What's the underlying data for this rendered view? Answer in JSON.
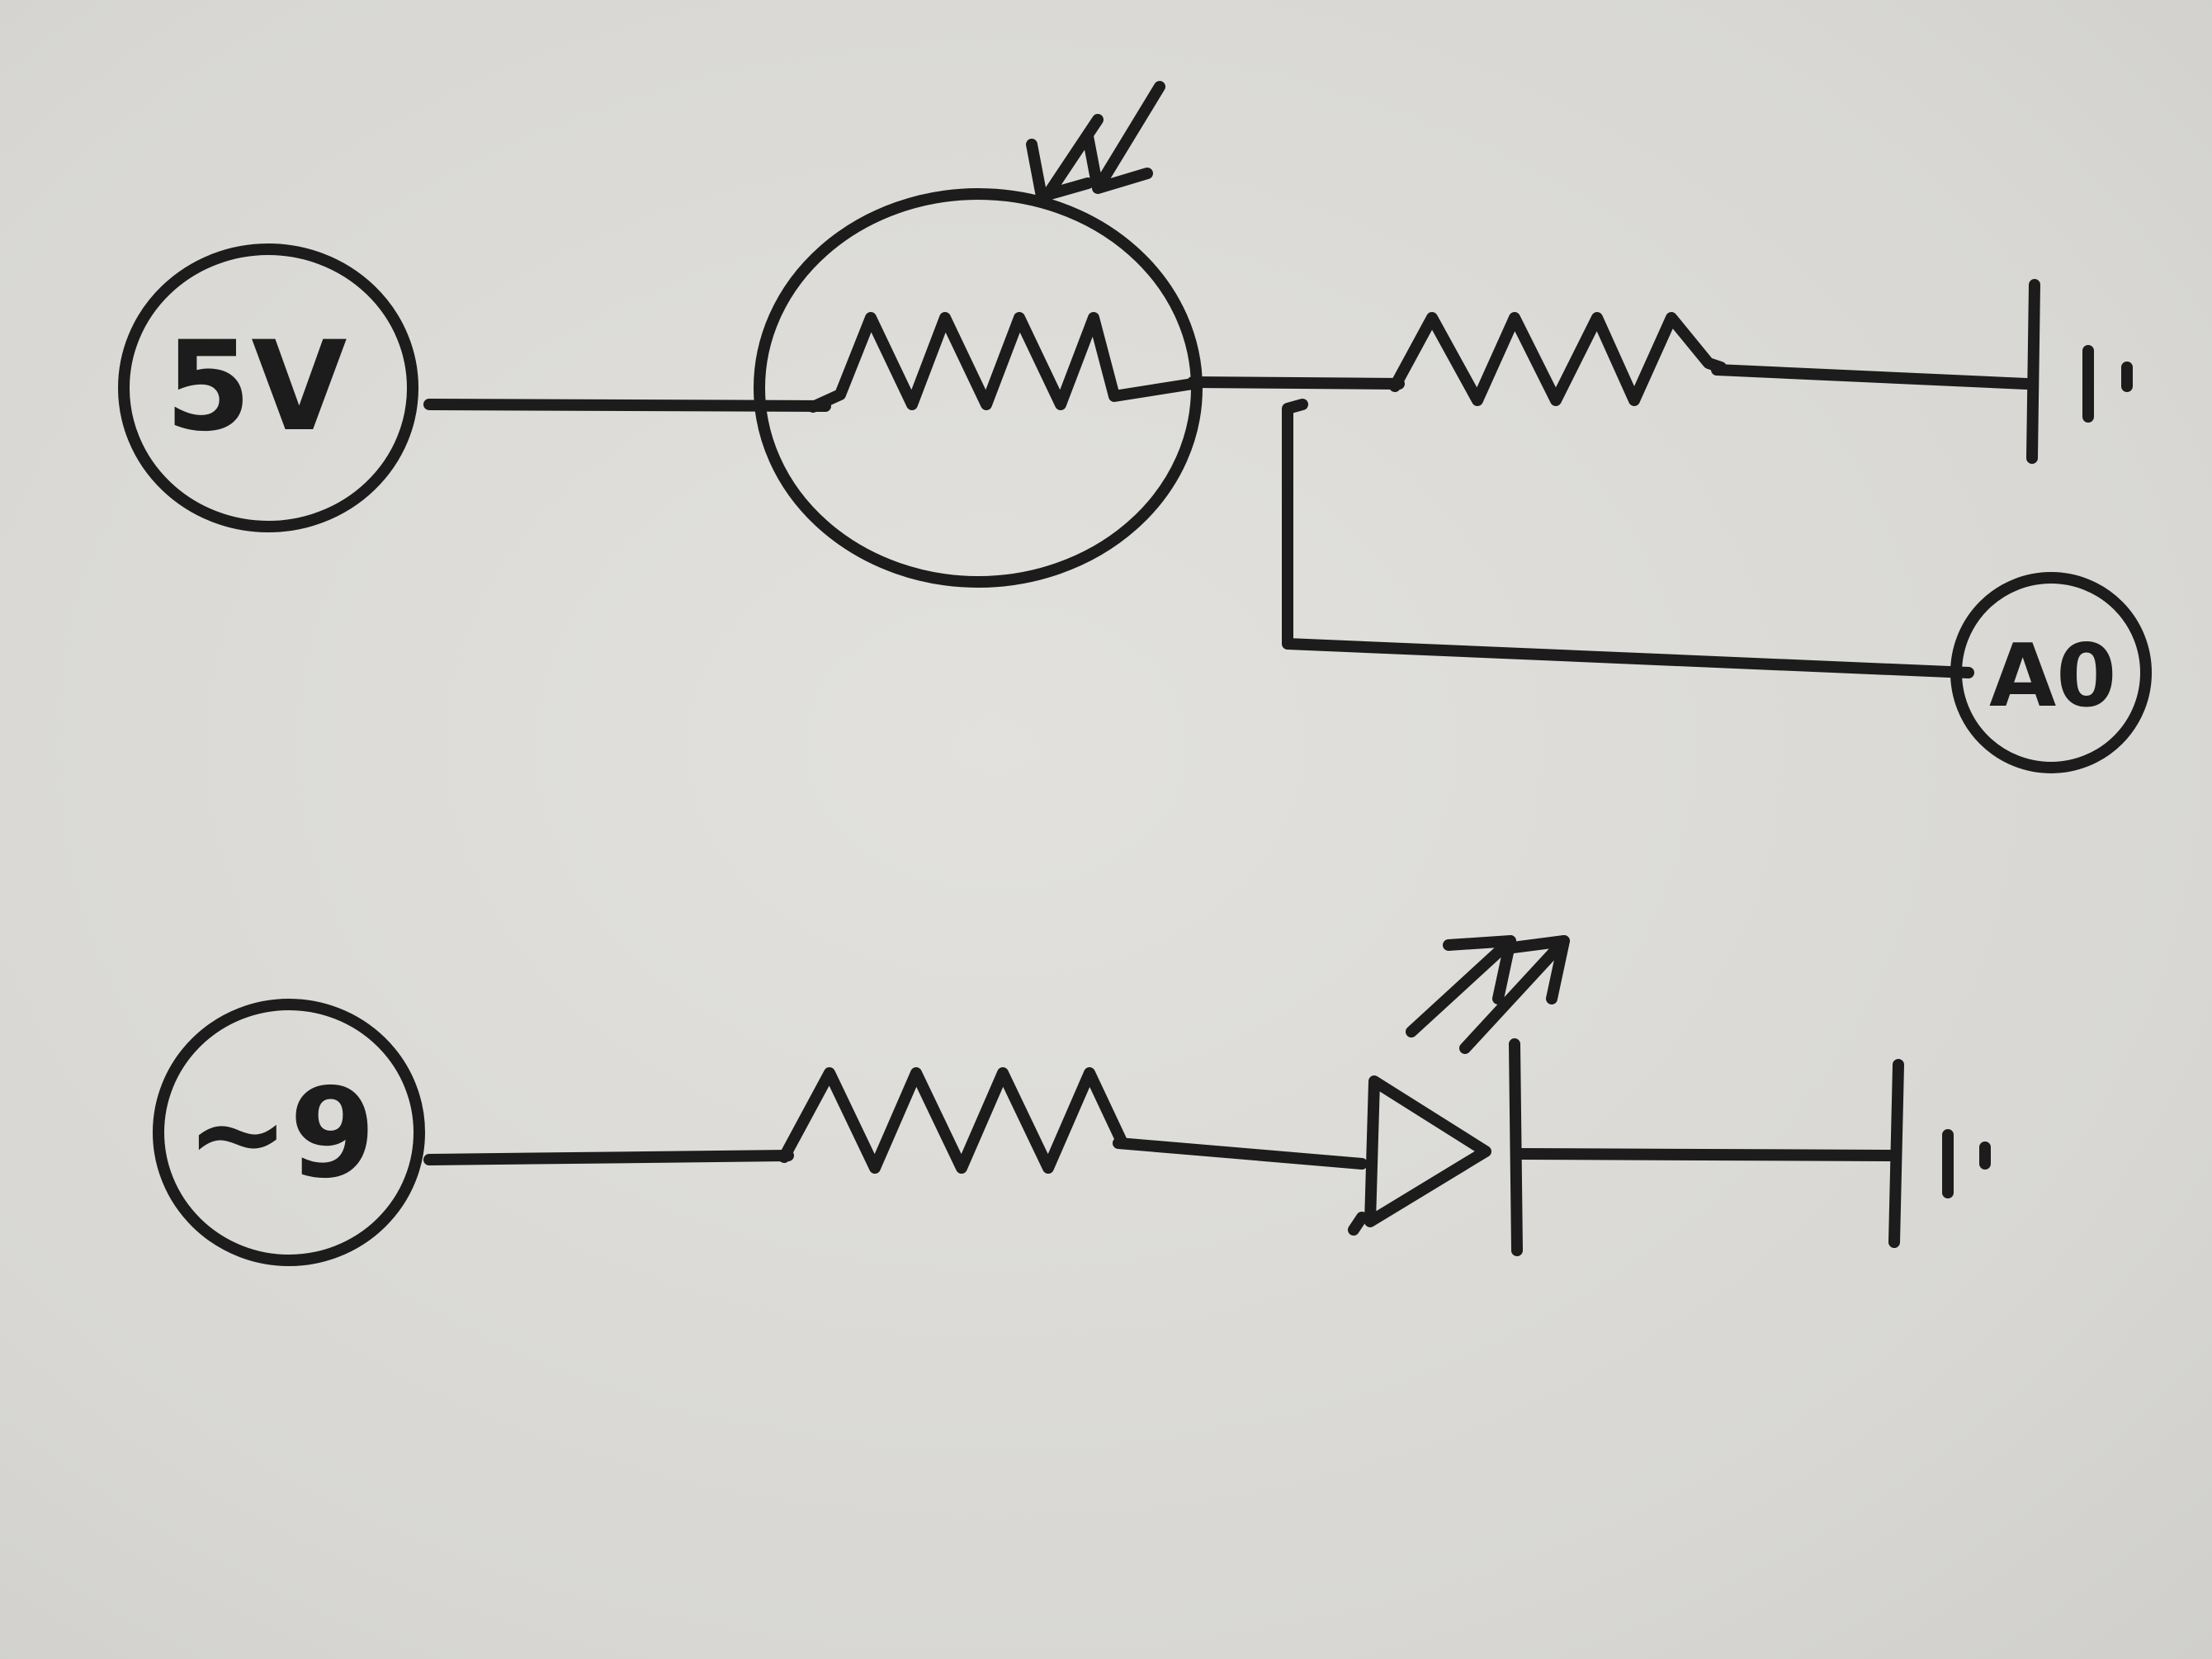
{
  "circuit_1": {
    "source_label": "5V",
    "output_label": "A0",
    "components": [
      "photoresistor",
      "resistor",
      "ground"
    ]
  },
  "circuit_2": {
    "source_label": "~9",
    "components": [
      "resistor",
      "led",
      "ground"
    ]
  },
  "colors": {
    "ink": "#1c1c1c",
    "paper": "#dcdbd7"
  }
}
